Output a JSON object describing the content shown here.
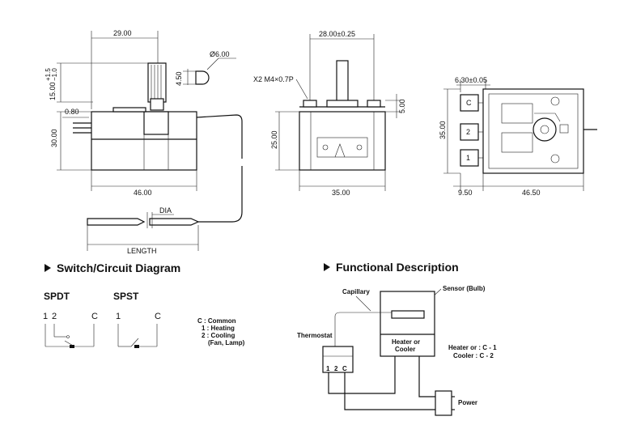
{
  "dims_side": {
    "width_top": "29.00",
    "shaft_height": "15.00",
    "shaft_tol_plus": "+1.5",
    "shaft_tol_minus": "−1.0",
    "flat_h": "4.50",
    "shaft_dia": "Ø6.00",
    "pin": "0.80",
    "body_h": "30.00",
    "body_w": "46.00",
    "dia": "DIA",
    "length": "LENGTH"
  },
  "dims_front": {
    "mount_span": "28.00±0.25",
    "screw": "X2 M4×0.7P",
    "tab_h": "5.00",
    "body_h": "25.00",
    "body_w": "35.00"
  },
  "dims_back": {
    "tab_w": "6.30±0.05",
    "body_h": "35.00",
    "terminal_len": "9.50",
    "body_w": "46.50",
    "terminal_labels": [
      "C",
      "2",
      "1"
    ]
  },
  "switch": {
    "heading": "Switch/Circuit Diagram",
    "spdt_title": "SPDT",
    "spst_title": "SPST",
    "spdt_pins": [
      "1",
      "2",
      "C"
    ],
    "spst_pins": [
      "1",
      "C"
    ],
    "legend": [
      "C : Common",
      "1 : Heating",
      "2 : Cooling",
      "(Fan, Lamp)"
    ]
  },
  "functional": {
    "heading": "Functional Description",
    "capillary": "Capillary",
    "sensor": "Sensor (Bulb)",
    "thermostat": "Thermostat",
    "device_line1": "Heater or",
    "device_line2": "Cooler",
    "pins": [
      "1",
      "2",
      "C"
    ],
    "power": "Power",
    "note_line1": "Heater or : C - 1",
    "note_line2": "Cooler : C - 2"
  }
}
